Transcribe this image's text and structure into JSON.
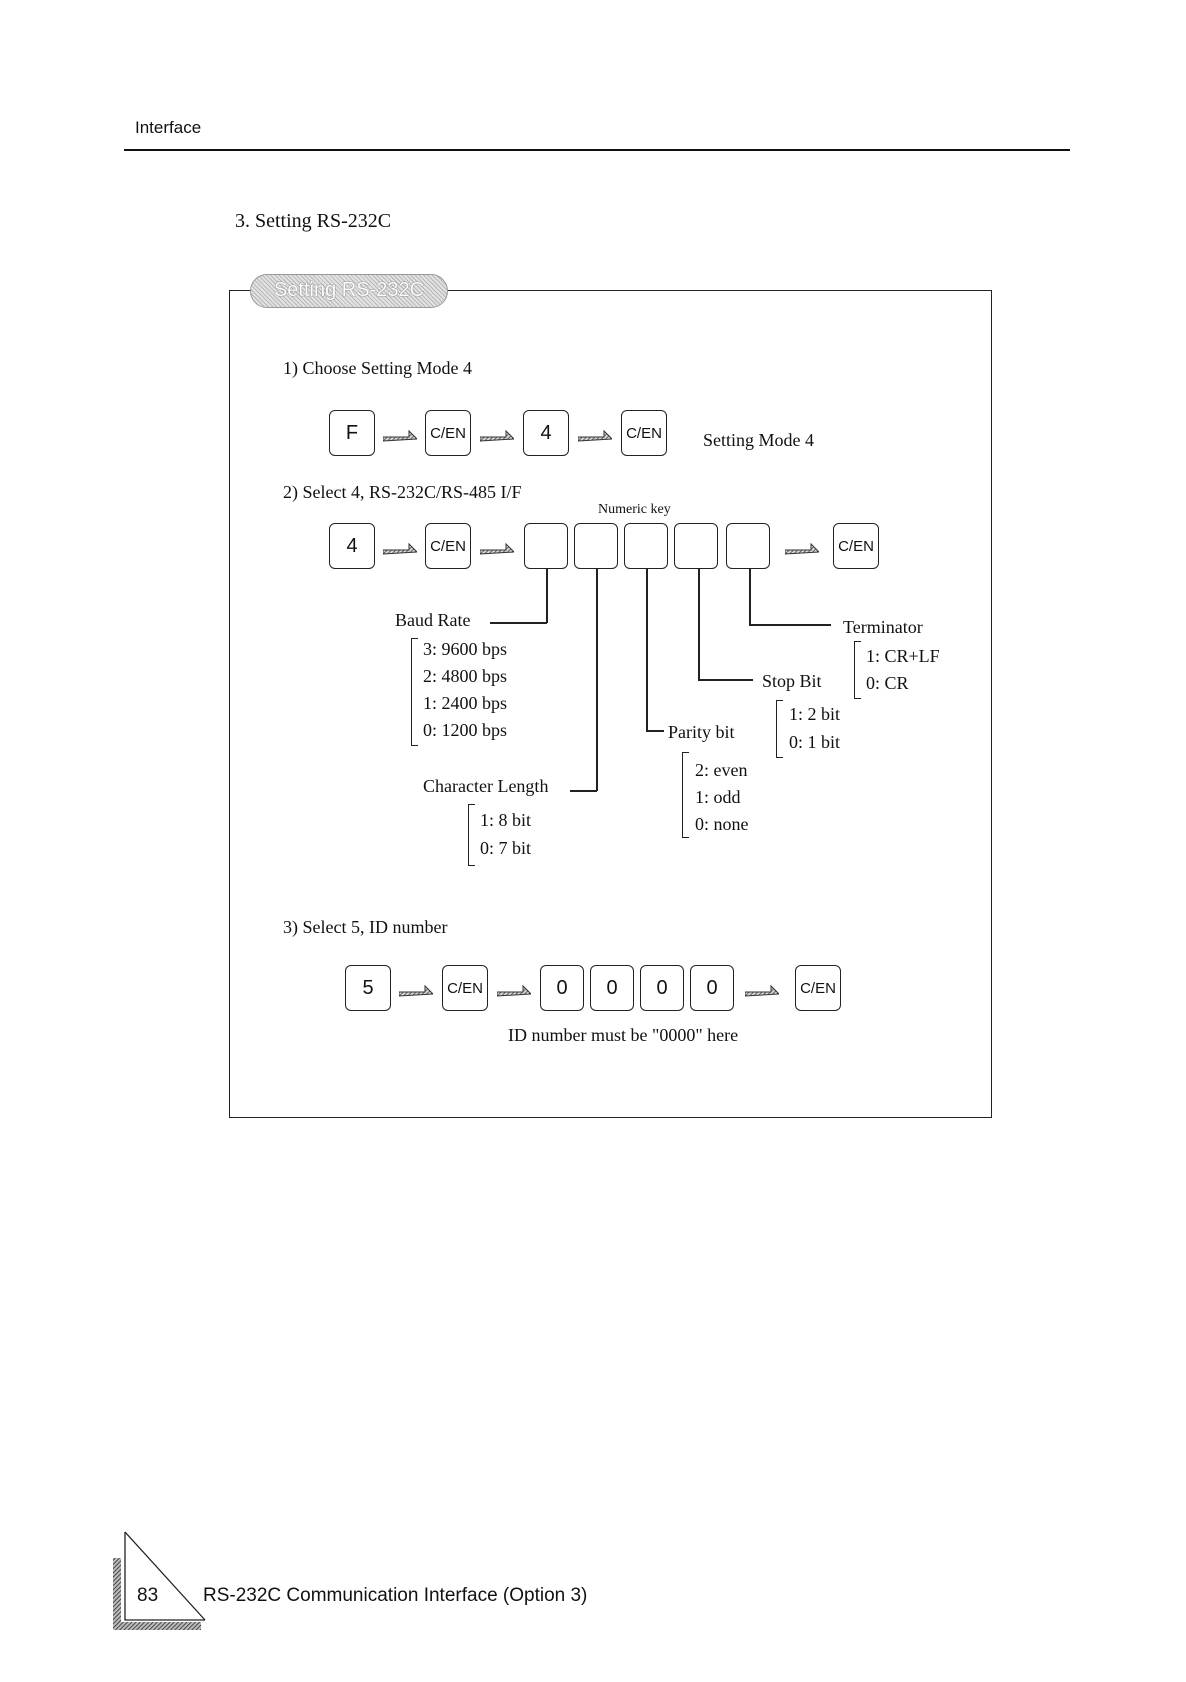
{
  "header": {
    "section": "Interface"
  },
  "section_title": "3. Setting RS-232C",
  "panel": {
    "tab_label": "Setting RS-232C"
  },
  "step1": {
    "title": "1) Choose Setting Mode 4",
    "keys": [
      "F",
      "C/EN",
      "4",
      "C/EN"
    ],
    "result": "Setting Mode 4"
  },
  "step2": {
    "title": "2) Select 4, RS-232C/RS-485 I/F",
    "keys": [
      "4",
      "C/EN"
    ],
    "numeric_label": "Numeric key",
    "end_key": "C/EN",
    "baud": {
      "label": "Baud Rate",
      "options": [
        "3: 9600 bps",
        "2: 4800 bps",
        "1: 2400 bps",
        "0: 1200 bps"
      ]
    },
    "char_length": {
      "label": "Character Length",
      "options": [
        "1: 8 bit",
        "0: 7 bit"
      ]
    },
    "parity": {
      "label": "Parity bit",
      "options": [
        "2: even",
        "1: odd",
        "0: none"
      ]
    },
    "stop": {
      "label": "Stop Bit",
      "options": [
        "1: 2 bit",
        "0: 1 bit"
      ]
    },
    "terminator": {
      "label": "Terminator",
      "options": [
        "1: CR+LF",
        "0: CR"
      ]
    }
  },
  "step3": {
    "title": "3) Select 5, ID number",
    "keys": [
      "5",
      "C/EN"
    ],
    "digits": [
      "0",
      "0",
      "0",
      "0"
    ],
    "end_key": "C/EN",
    "note": "ID number must be \"0000\" here"
  },
  "footer": {
    "page_number": "83",
    "title": "RS-232C Communication Interface (Option 3)"
  }
}
